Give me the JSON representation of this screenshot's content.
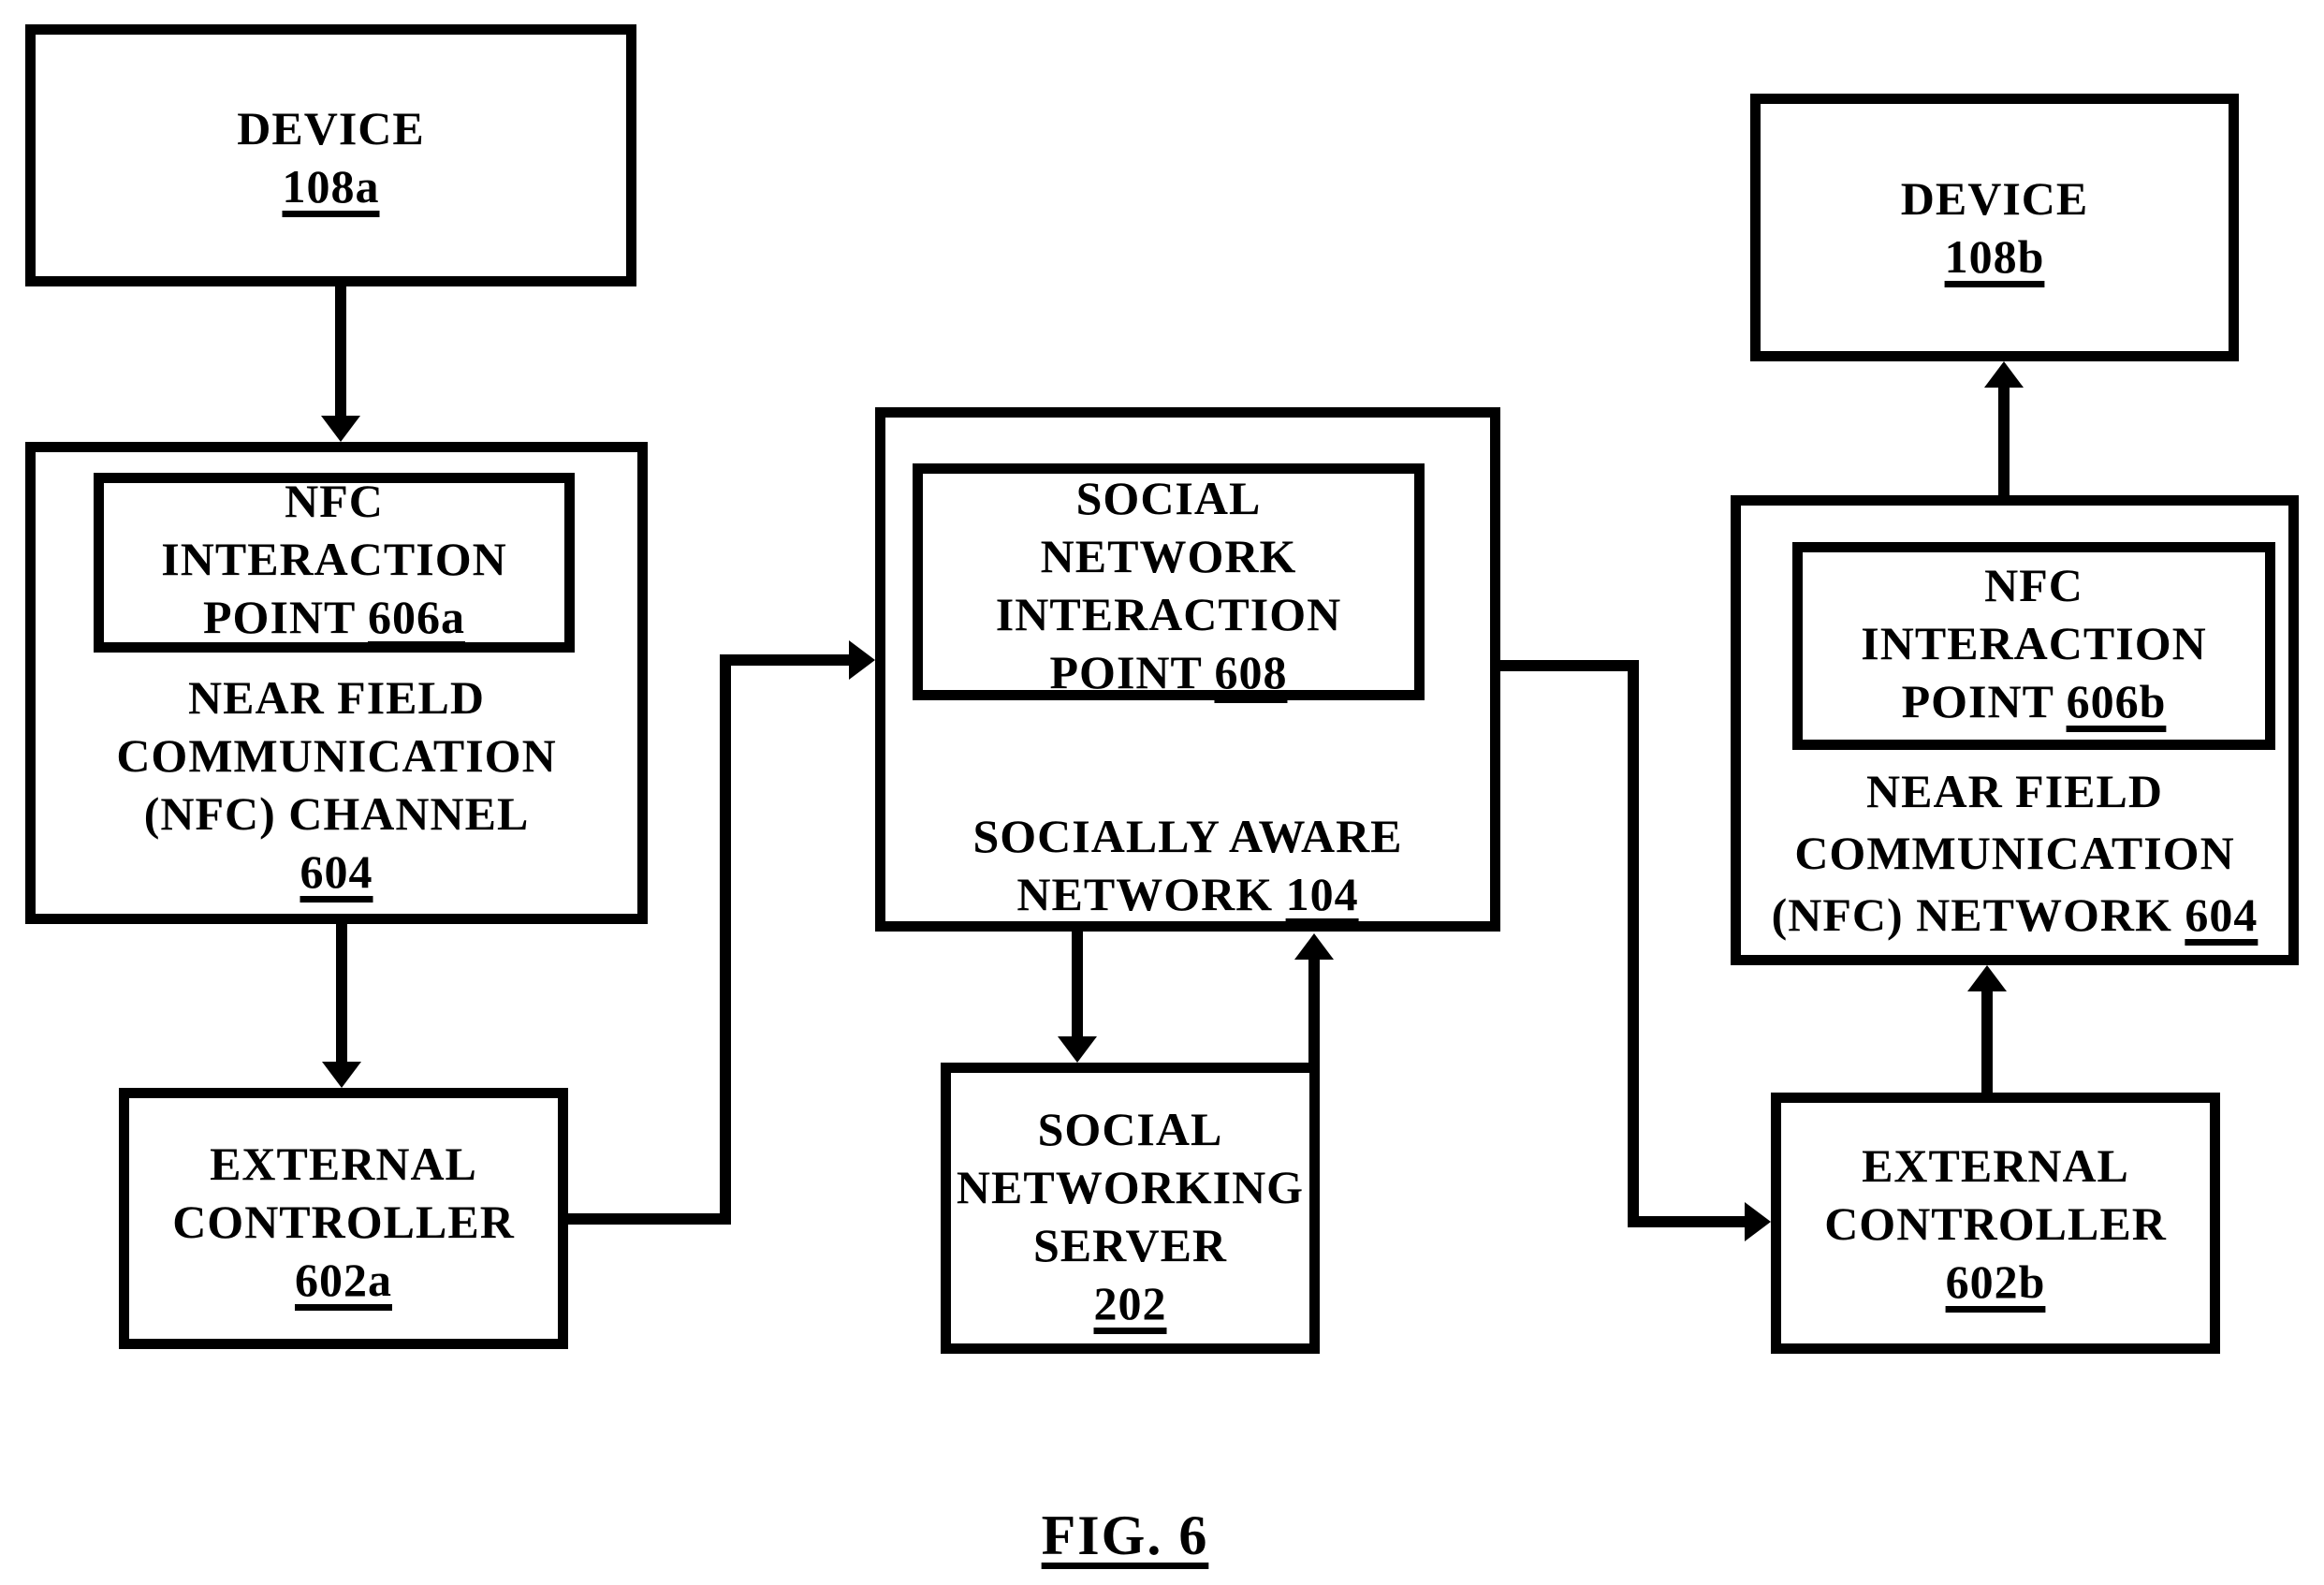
{
  "figure": {
    "caption": "FIG. 6"
  },
  "colors": {
    "ink": "#000000",
    "background": "#ffffff"
  },
  "boxes": {
    "device_a": {
      "line1": "DEVICE",
      "ref": "108a"
    },
    "nfc_channel_a": {
      "inner": {
        "line1": "NFC",
        "line2": "INTERACTION",
        "line3_label": "POINT",
        "line3_ref": "606a"
      },
      "line1": "NEAR FIELD",
      "line2": "COMMUNICATION",
      "line3": "(NFC) CHANNEL",
      "ref": "604"
    },
    "external_controller_a": {
      "line1": "EXTERNAL",
      "line2": "CONTROLLER",
      "ref": "602a"
    },
    "socially_aware_network": {
      "inner": {
        "line1": "SOCIAL",
        "line2": "NETWORK",
        "line3": "INTERACTION",
        "line4_label": "POINT",
        "line4_ref": "608"
      },
      "line1": "SOCIALLY AWARE",
      "line2_label": "NETWORK",
      "line2_ref": "104"
    },
    "social_networking_server": {
      "line1": "SOCIAL",
      "line2": "NETWORKING",
      "line3": "SERVER",
      "ref": "202"
    },
    "device_b": {
      "line1": "DEVICE",
      "ref": "108b"
    },
    "nfc_network_b": {
      "inner": {
        "line1": "NFC",
        "line2": "INTERACTION",
        "line3_label": "POINT",
        "line3_ref": "606b"
      },
      "line1": "NEAR FIELD",
      "line2": "COMMUNICATION",
      "line3_label": "(NFC) NETWORK",
      "line3_ref": "604"
    },
    "external_controller_b": {
      "line1": "EXTERNAL",
      "line2": "CONTROLLER",
      "ref": "602b"
    }
  },
  "connections": [
    {
      "from": "device_a",
      "to": "nfc_channel_a",
      "type": "arrow-down"
    },
    {
      "from": "nfc_channel_a",
      "to": "external_controller_a",
      "type": "arrow-down"
    },
    {
      "from": "external_controller_a",
      "to": "socially_aware_network",
      "type": "arrow-right-elbow"
    },
    {
      "from": "socially_aware_network",
      "to": "external_controller_b",
      "type": "arrow-right-elbow"
    },
    {
      "from": "socially_aware_network",
      "to": "social_networking_server",
      "type": "arrow-down"
    },
    {
      "from": "social_networking_server",
      "to": "socially_aware_network",
      "type": "arrow-up"
    },
    {
      "from": "external_controller_b",
      "to": "nfc_network_b",
      "type": "arrow-up"
    },
    {
      "from": "nfc_network_b",
      "to": "device_b",
      "type": "arrow-up"
    }
  ]
}
